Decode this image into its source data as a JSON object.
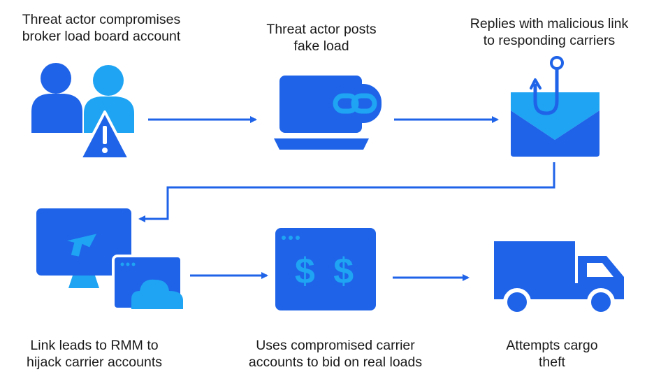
{
  "steps": [
    {
      "text": "Threat actor compromises\nbroker load board account",
      "icon": "users-warning-icon"
    },
    {
      "text": "Threat actor posts\nfake load",
      "icon": "laptop-link-icon"
    },
    {
      "text": "Replies with malicious link\nto responding carriers",
      "icon": "envelope-hook-icon"
    },
    {
      "text": "Link leads to RMM to\nhijack carrier accounts",
      "icon": "monitor-remote-icon"
    },
    {
      "text": "Uses compromised carrier\naccounts to bid on real loads",
      "icon": "browser-dollar-icon"
    },
    {
      "text": "Attempts cargo\ntheft",
      "icon": "truck-icon"
    }
  ],
  "icon_text": {
    "dollar_symbol": "$ $"
  },
  "colors": {
    "dark_blue": "#1f63e8",
    "light_blue": "#1ea4f3",
    "arrow": "#1f63e8",
    "text": "#1a1a1a"
  }
}
